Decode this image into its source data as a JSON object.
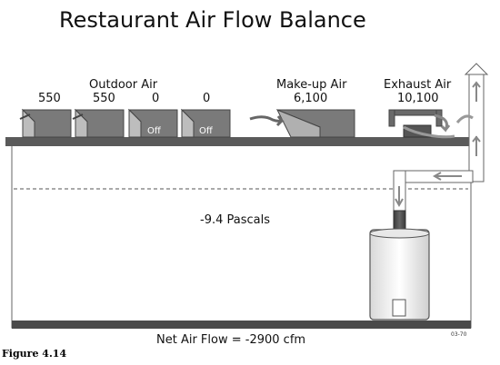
{
  "title": "Restaurant Air Flow Balance",
  "labels": {
    "outdoor_air": "Outdoor Air",
    "makeup_air": "Make-up Air",
    "exhaust_air": "Exhaust Air",
    "pressure": "-9.4 Pascals",
    "net_air_flow": "Net Air Flow = -2900 cfm",
    "figure": "Figure 4.14",
    "drawing_code": "03-70"
  },
  "outdoor_units": [
    {
      "value": "550",
      "status": ""
    },
    {
      "value": "550",
      "status": ""
    },
    {
      "value": "0",
      "status": "Off"
    },
    {
      "value": "0",
      "status": "Off"
    }
  ],
  "makeup_air_value": "6,100",
  "exhaust_air_value": "10,100",
  "colors": {
    "equipment": "#7a7a7a",
    "equipment_dark": "#4a4a4a",
    "roof": "#5a5a5a",
    "floor": "#4a4a4a",
    "heater": "#f0f0f0",
    "arrow": "#888888"
  }
}
